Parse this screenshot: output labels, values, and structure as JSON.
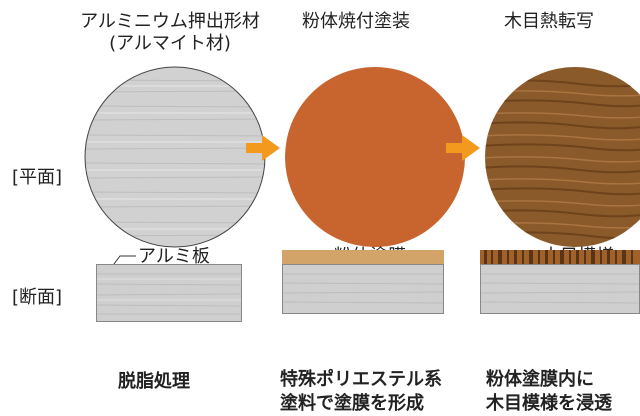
{
  "titles": {
    "stage1_line1": "アルミニウム押出形材",
    "stage1_line2": "(アルマイト材)",
    "stage2": "粉体焼付塗装",
    "stage3": "木目熱転写"
  },
  "side_labels": {
    "plan": "[平面]",
    "section": "[断面]"
  },
  "callouts": {
    "aluminium": "アルミ板",
    "powder_film": "粉体塗膜",
    "woodgrain": "木目模様"
  },
  "captions": {
    "stage1": "脱脂処理",
    "stage2_line1": "特殊ポリエステル系",
    "stage2_line2": "塗料で塗膜を形成",
    "stage3_line1": "粉体塗膜内に",
    "stage3_line2": "木目模様を浸透"
  },
  "colors": {
    "aluminium": "#d3d3d3",
    "orange_disc": "#c8642e",
    "arrow": "#f39a1e",
    "wood": "#8a5a2a",
    "film": "#d2a46a"
  },
  "icons": {
    "arrow": "right-arrow-icon"
  }
}
